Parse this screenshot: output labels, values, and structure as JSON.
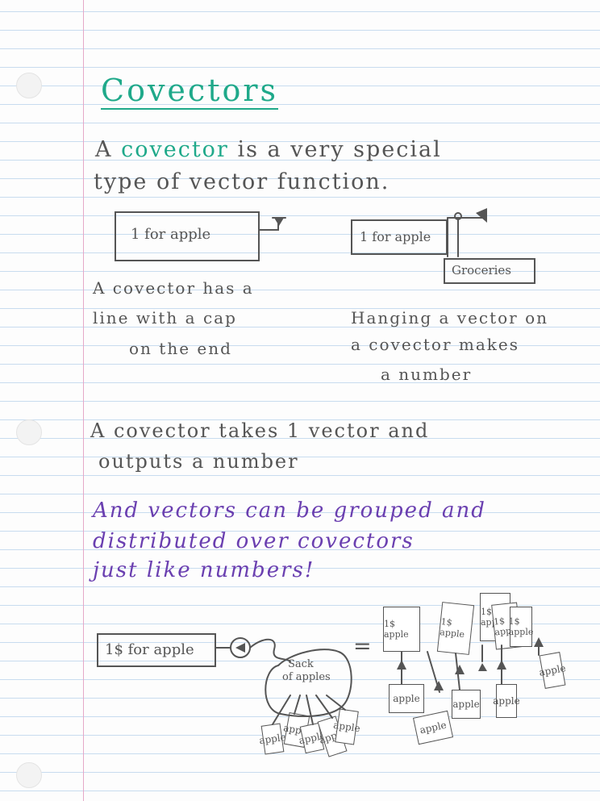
{
  "title": "Covectors",
  "intro": {
    "prefix": "A",
    "keyword": "covector",
    "line1_rest": "is a very special",
    "line2": "type of vector function."
  },
  "diagram1": {
    "box_label": "1 for apple",
    "caption": [
      "A covector has a",
      "line with a cap",
      "on the end"
    ]
  },
  "diagram2": {
    "box_label": "1 for apple",
    "hanging_label": "Groceries",
    "caption": [
      "Hanging a vector on",
      "a covector makes",
      "a number"
    ]
  },
  "statement": [
    "A covector takes 1 vector and",
    "outputs a number"
  ],
  "purple_note": [
    "And vectors can be grouped and",
    "distributed over covectors",
    "just like numbers!"
  ],
  "bottom": {
    "left_box_label": "1$ for apple",
    "sack_label": [
      "Sack",
      "of apples"
    ],
    "equals": "=",
    "left_tags": [
      "apple",
      "apple",
      "apple",
      "apple",
      "apple"
    ],
    "right_boxes": [
      "1$ apple",
      "1$ apple",
      "1$ apple",
      "1$ apple",
      "1$ apple"
    ],
    "right_tags": [
      "apple",
      "apple",
      "apple",
      "apple",
      "apple"
    ]
  }
}
